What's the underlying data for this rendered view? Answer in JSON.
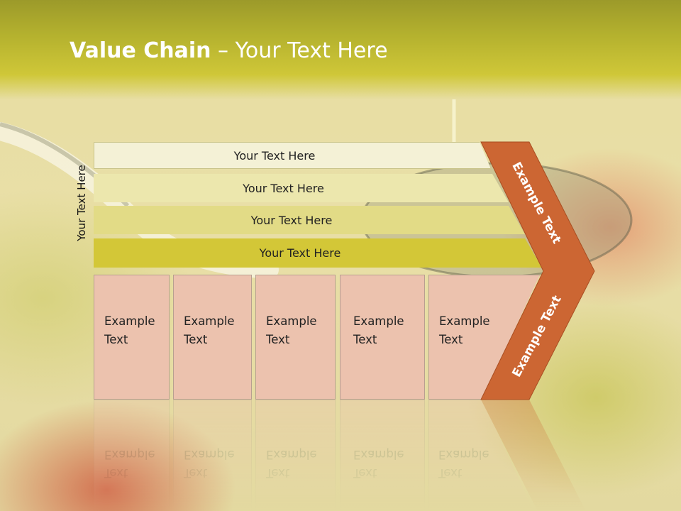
{
  "title": {
    "bold": "Value Chain",
    "rest": " – Your Text Here"
  },
  "side_label": "Your Text Here",
  "rows": [
    "Your Text Here",
    "Your Text Here",
    "Your Text Here",
    "Your Text Here"
  ],
  "boxes": [
    {
      "line1": "Example",
      "line2": "Text"
    },
    {
      "line1": "Example",
      "line2": "Text"
    },
    {
      "line1": "Example",
      "line2": "Text"
    },
    {
      "line1": "Example",
      "line2": "Text"
    },
    {
      "line1": "Example",
      "line2": "Text"
    }
  ],
  "chevron": {
    "upper": "Example Text",
    "lower": "Example Text"
  },
  "colors": {
    "accent": "#cc6633",
    "band": "#cfc738",
    "box": "#ecc2ae"
  }
}
